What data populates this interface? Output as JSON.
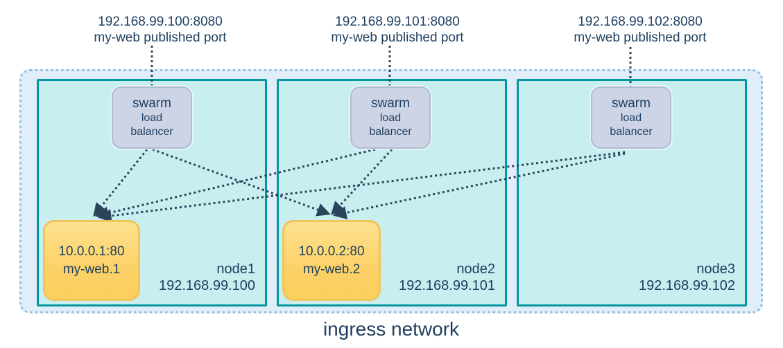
{
  "diagram": {
    "caption": "ingress network",
    "published_ports": [
      {
        "address": "192.168.99.100:8080",
        "label": "my-web published port"
      },
      {
        "address": "192.168.99.101:8080",
        "label": "my-web published port"
      },
      {
        "address": "192.168.99.102:8080",
        "label": "my-web published port"
      }
    ],
    "nodes": [
      {
        "name": "node1",
        "ip": "192.168.99.100",
        "load_balancer": {
          "line1": "swarm",
          "line2": "load",
          "line3": "balancer"
        },
        "task": {
          "address": "10.0.0.1:80",
          "name": "my-web.1"
        }
      },
      {
        "name": "node2",
        "ip": "192.168.99.101",
        "load_balancer": {
          "line1": "swarm",
          "line2": "load",
          "line3": "balancer"
        },
        "task": {
          "address": "10.0.0.2:80",
          "name": "my-web.2"
        }
      },
      {
        "name": "node3",
        "ip": "192.168.99.102",
        "load_balancer": {
          "line1": "swarm",
          "line2": "load",
          "line3": "balancer"
        }
      }
    ],
    "colors": {
      "text": "#1e3e5f",
      "connector": "#2b445b",
      "ingress_fill": "#e1eefa",
      "ingress_border": "#8cbcdc",
      "node_fill": "#c9eef0",
      "node_border": "#0097a0",
      "lb_fill": "#cdd4e6",
      "lb_border": "#b3bbd2",
      "task_fill": "#fbd166",
      "task_border": "#f1c45c"
    }
  }
}
